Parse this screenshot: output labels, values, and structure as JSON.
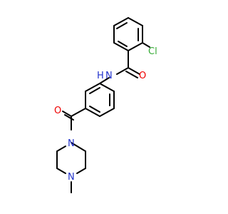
{
  "molecule": {
    "atoms": {
      "chlorine": {
        "label": "Cl",
        "color": "#33aa33"
      },
      "carbonyl_oxygen_top": {
        "label": "O",
        "color": "#ee0000"
      },
      "amide_nitrogen": {
        "label": "N",
        "color": "#2233cc"
      },
      "amide_hydrogen": {
        "label": "H",
        "color": "#2233cc"
      },
      "carbonyl_oxygen_mid": {
        "label": "O",
        "color": "#ee0000"
      },
      "piperazine_nitrogen_top": {
        "label": "N",
        "color": "#2233cc"
      },
      "piperazine_nitrogen_bottom": {
        "label": "N",
        "color": "#2233cc"
      }
    }
  }
}
